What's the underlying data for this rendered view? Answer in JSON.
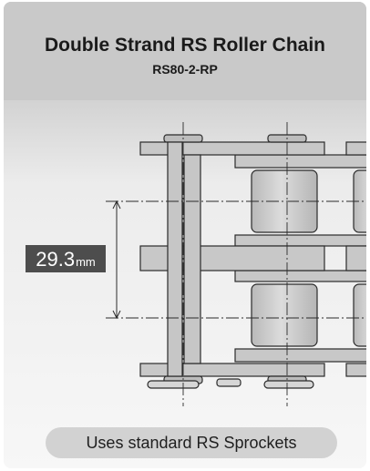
{
  "header": {
    "title": "Double Strand RS Roller Chain",
    "model": "RS80-2-RP"
  },
  "dimension": {
    "value": "29.3",
    "unit": "mm"
  },
  "footer": {
    "sprocket_note": "Uses standard RS Sprockets"
  },
  "colors": {
    "header_bg": "#c9c9c9",
    "plate_fill": "#c8c8c8",
    "roller_fill": "#cfcfcf",
    "line": "#2b2b2b",
    "label_bg": "#4d4d4d",
    "pill_bg": "#d2d2d2"
  }
}
